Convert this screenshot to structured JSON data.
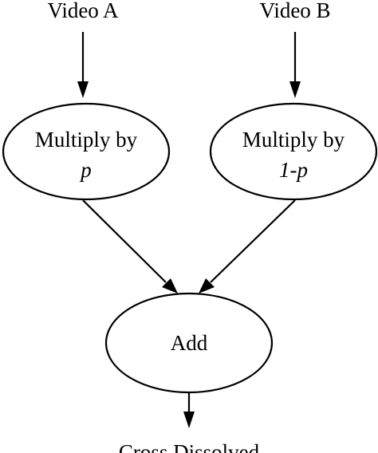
{
  "inputs": {
    "video_a": "Video A",
    "video_b": "Video B"
  },
  "nodes": {
    "multiply_a": {
      "line1": "Multiply by",
      "line2": "p"
    },
    "multiply_b": {
      "line1": "Multiply by",
      "line2": "1-p"
    },
    "add": {
      "label": "Add"
    }
  },
  "output": {
    "label": "Cross Dissolved"
  },
  "colors": {
    "stroke": "#000000",
    "background": "#ffffff"
  }
}
